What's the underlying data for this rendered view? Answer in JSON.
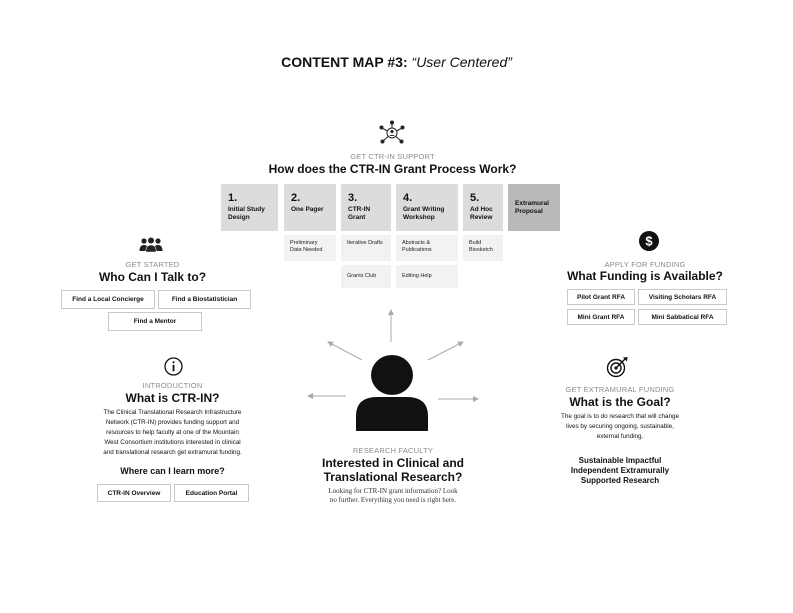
{
  "title": {
    "bold": "CONTENT MAP #3:",
    "subtitle": "“User Centered”"
  },
  "support": {
    "kicker": "GET CTR-IN SUPPORT",
    "heading": "How does the CTR-IN Grant Process Work?",
    "icon": "network-person-icon",
    "steps": [
      {
        "num": "1.",
        "label": "Initial Study Design"
      },
      {
        "num": "2.",
        "label": "One Pager"
      },
      {
        "num": "3.",
        "label": "CTR-IN Grant"
      },
      {
        "num": "4.",
        "label": "Grant Writing Workshop"
      },
      {
        "num": "5.",
        "label": "Ad Hoc Review"
      },
      {
        "num": "",
        "label": "Extramural Proposal"
      }
    ],
    "sub_items": [
      {
        "label": "Preliminary Data Needed"
      },
      {
        "label": "Iterative Drafts"
      },
      {
        "label": "Abstracts & Publications"
      },
      {
        "label": "Build Biosketch"
      },
      {
        "label": "Grants Club"
      },
      {
        "label": "Editing Help"
      }
    ]
  },
  "get_started": {
    "kicker": "GET STARTED",
    "heading": "Who Can I Talk to?",
    "icon": "people-group-icon",
    "buttons": [
      "Find a Local Concierge",
      "Find a Biostatistician",
      "Find a Mentor"
    ]
  },
  "funding": {
    "kicker": "APPLY FOR FUNDING",
    "heading": "What Funding is Available?",
    "icon": "dollar-icon",
    "buttons": [
      "Pilot Grant RFA",
      "Visiting Scholars RFA",
      "Mini Grant RFA",
      "Mini Sabbatical RFA"
    ]
  },
  "intro": {
    "kicker": "INTRODUCTION",
    "heading": "What is CTR-IN?",
    "icon": "info-icon",
    "body_lines": [
      "The Clinical Translational Research Infrastructure",
      "Network (CTR-IN) provides funding support and",
      "resources to help faculty at one of the Mountain",
      "West Consortium institutions interested in clinical",
      "and translational research get extramural funding."
    ],
    "learn_more": "Where can I learn more?",
    "buttons": [
      "CTR-IN Overview",
      "Education Portal"
    ]
  },
  "goal": {
    "kicker": "GET EXTRAMURAL FUNDING",
    "heading": "What is the Goal?",
    "icon": "target-icon",
    "body_lines": [
      "The goal is to do research that will change",
      "lives by securing ongoing, sustainable,",
      "external funding."
    ],
    "tagline_lines": [
      "Sustainable Impactful",
      "Independent Extramurally",
      "Supported Research"
    ]
  },
  "faculty": {
    "kicker": "RESEARCH FACULTY",
    "heading_lines": [
      "Interested in Clinical and",
      "Translational Research?"
    ],
    "body_lines": [
      "Looking for CTR-IN grant information? Look",
      "no further. Everything you need is right here."
    ],
    "icon": "person-silhouette-icon"
  }
}
